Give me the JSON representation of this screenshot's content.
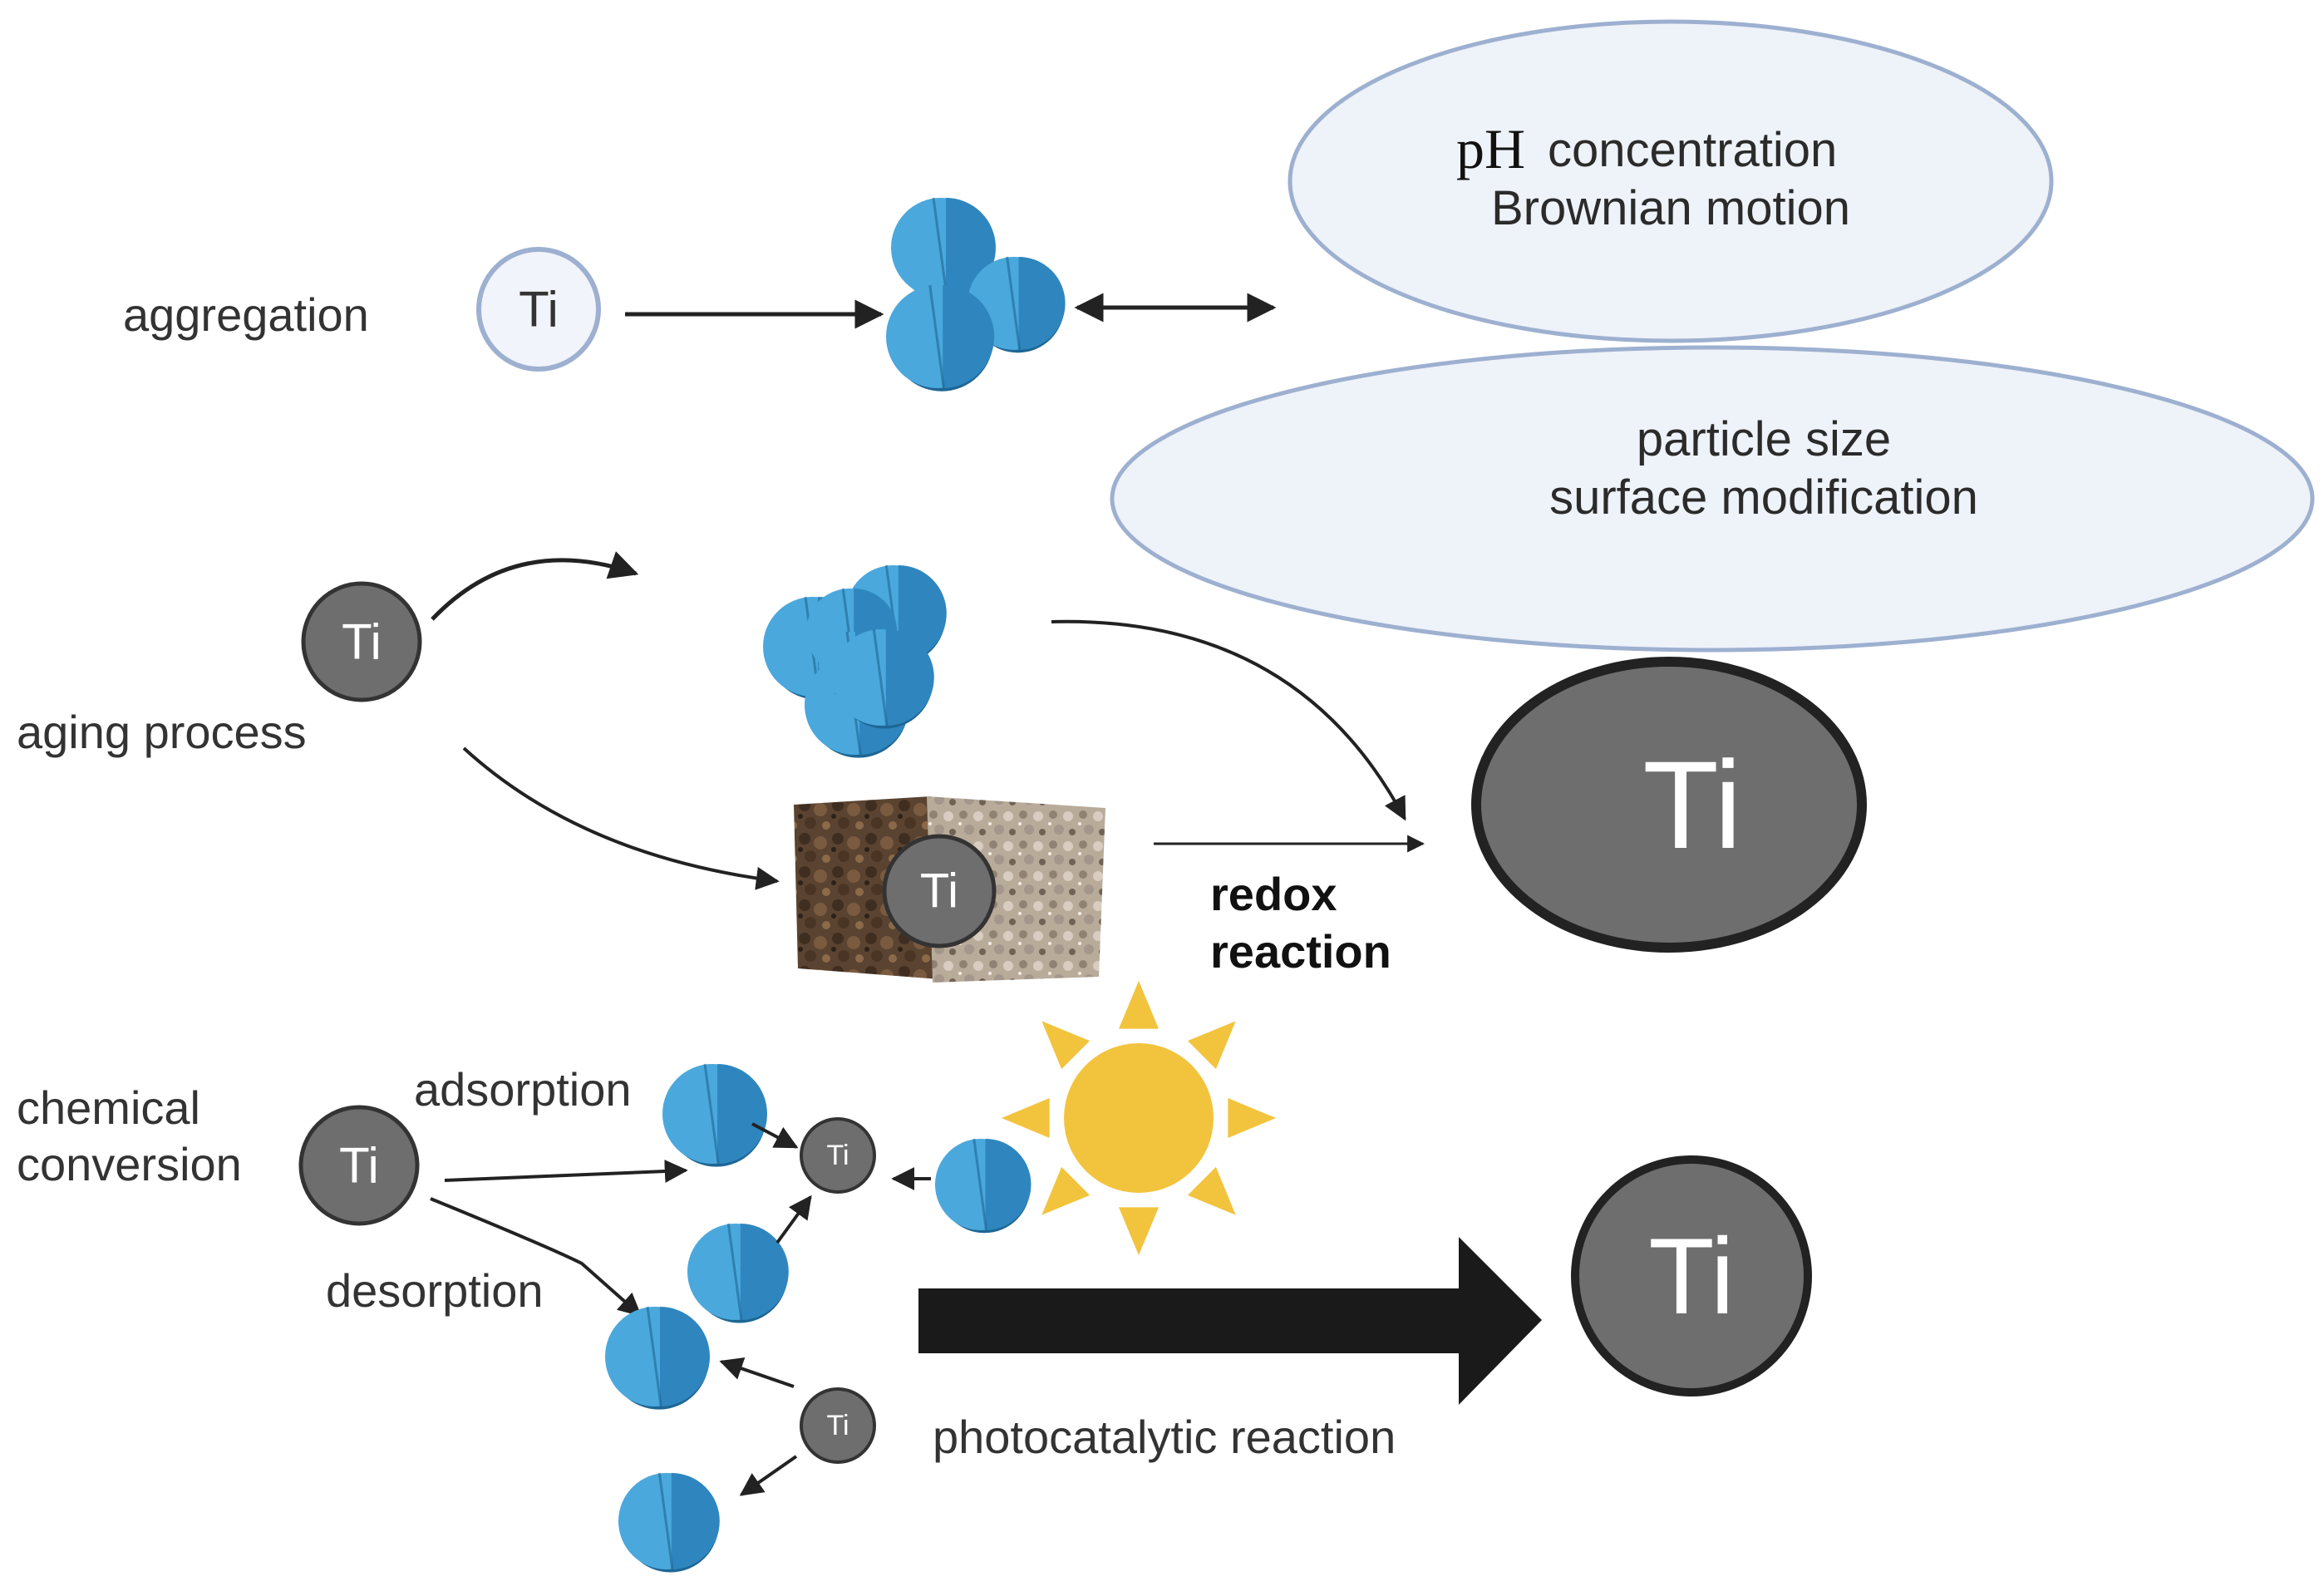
{
  "colors": {
    "particle_light": "#4aa8dc",
    "particle_dark": "#2f86be",
    "particle_edge": "#1e6694",
    "ti_gray": "#6e6e6e",
    "ellipse_fill": "#eef2f9",
    "ellipse_stroke": "#9db0d0",
    "sun": "#f2c33c",
    "arrow": "#222222"
  },
  "labels": {
    "aggregation": "aggregation",
    "aging_process": "aging process",
    "chemical_line1": "chemical",
    "chemical_line2": "conversion",
    "adsorption": "adsorption",
    "desorption": "desorption",
    "redox_line1": "redox",
    "redox_line2": "reaction",
    "photocatalytic": "photocatalytic reaction"
  },
  "factors_top": {
    "ph": "pH",
    "line1": "concentration",
    "line2": "Brownian motion"
  },
  "factors_bottom": {
    "line1": "particle size",
    "line2": "surface modification"
  },
  "ti_symbol": "Ti",
  "icons": [
    "ti-nanoparticle-icon",
    "blue-particle-icon",
    "soil-sediment-icon",
    "sun-icon",
    "block-arrow-icon"
  ]
}
